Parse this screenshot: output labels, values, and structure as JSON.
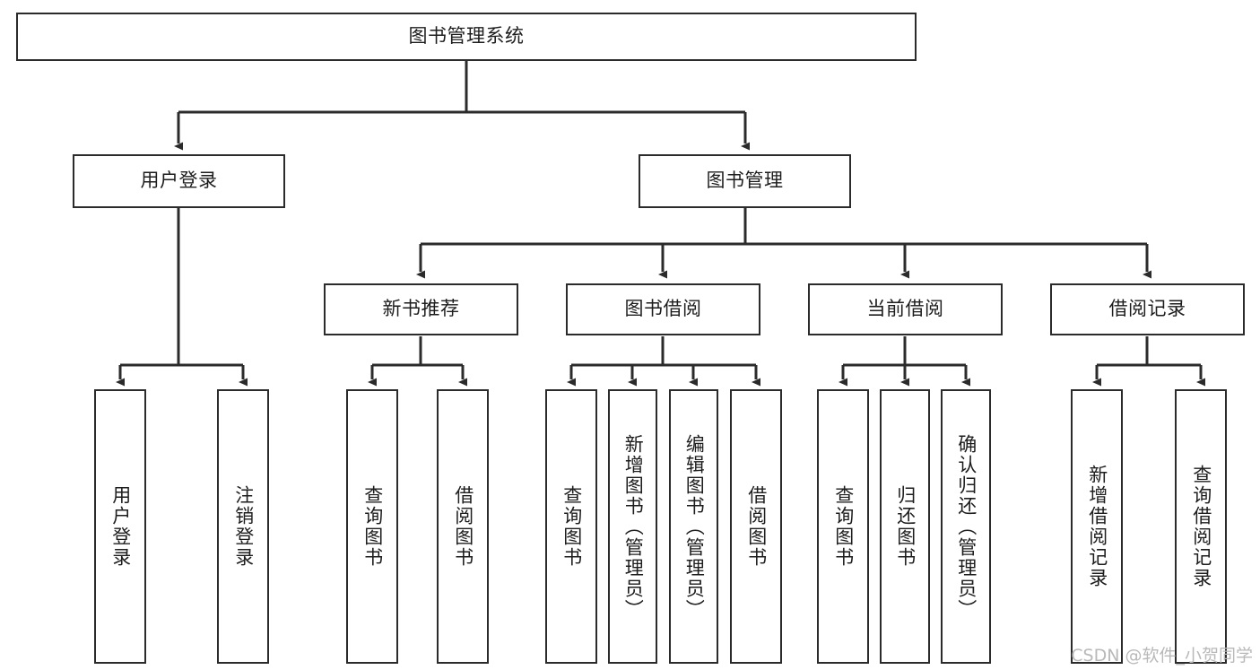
{
  "diagram": {
    "type": "tree-hierarchy-chart",
    "title": "图书管理系统",
    "colors": {
      "box_border": "#2b2b2b",
      "connector": "#2b2b2b",
      "background": "#ffffff",
      "text": "#1d1d1d",
      "watermark": "#b9b9b9"
    },
    "root": {
      "label": "图书管理系统"
    },
    "level2": [
      {
        "label": "用户登录"
      },
      {
        "label": "图书管理"
      }
    ],
    "level3": [
      {
        "label": "新书推荐"
      },
      {
        "label": "图书借阅"
      },
      {
        "label": "当前借阅"
      },
      {
        "label": "借阅记录"
      }
    ],
    "leaves": {
      "user_login": [
        {
          "label": "用户登录"
        },
        {
          "label": "注销登录"
        }
      ],
      "new_book_recommend": [
        {
          "label": "查询图书"
        },
        {
          "label": "借阅图书"
        }
      ],
      "book_borrow": [
        {
          "label": "查询图书"
        },
        {
          "label": "新增图书（管理员）"
        },
        {
          "label": "编辑图书（管理员）"
        },
        {
          "label": "借阅图书"
        }
      ],
      "current_borrow": [
        {
          "label": "查询图书"
        },
        {
          "label": "归还图书"
        },
        {
          "label": "确认归还（管理员）"
        }
      ],
      "borrow_record": [
        {
          "label": "新增借阅记录"
        },
        {
          "label": "查询借阅记录"
        }
      ]
    }
  },
  "watermark": {
    "text": "CSDN @软件_小贺同学"
  }
}
